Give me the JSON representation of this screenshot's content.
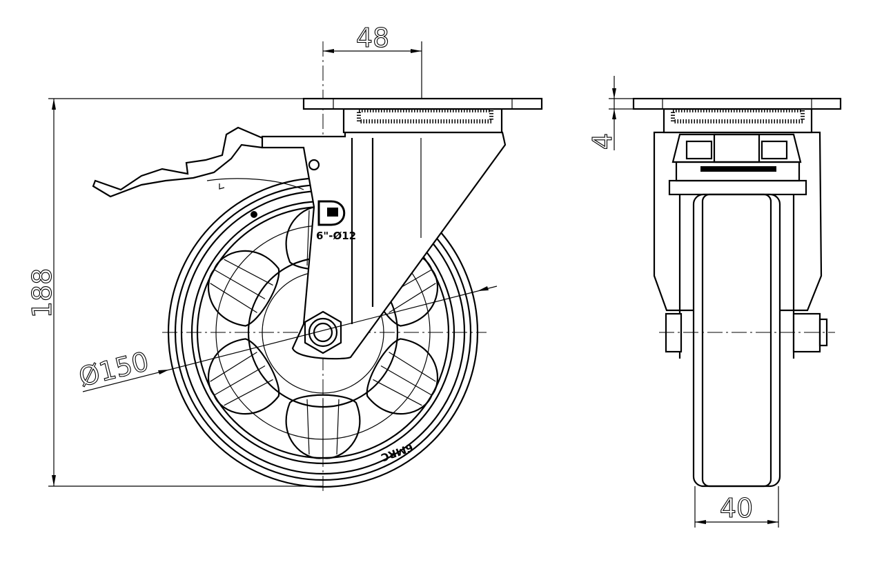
{
  "drawing": {
    "dimensions": {
      "offset": "48",
      "height": "188",
      "wheel_diameter": "Ø150",
      "plate_thickness": "4",
      "wheel_width": "40"
    },
    "markings": {
      "size_label": "6\"-Ø12",
      "model_label": "6MRC",
      "logo": "D"
    },
    "line_color": "#000000",
    "background": "#ffffff"
  }
}
